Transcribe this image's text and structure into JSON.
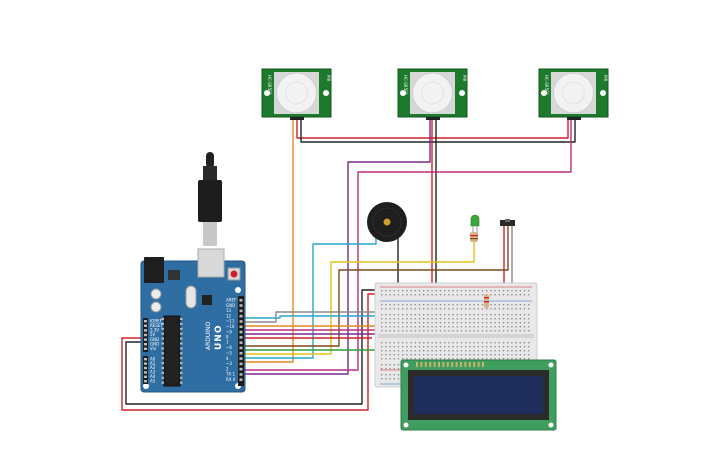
{
  "board": {
    "logo_text": "UNO",
    "brand_text": "ARDUINO",
    "pin_labels": [
      "AREF",
      "GND",
      "13",
      "12",
      "~11",
      "~10",
      "~9",
      "8",
      "7",
      "~6",
      "~5",
      "4",
      "~3",
      "2",
      "TX 1",
      "RX 0"
    ],
    "power_labels": [
      "IOREF",
      "RESET",
      "3.3V",
      "5V",
      "GND",
      "GND",
      "Vin"
    ],
    "analog_labels": [
      "A0",
      "A1",
      "A2",
      "A3",
      "A4",
      "A5"
    ]
  },
  "pir_sensors": [
    {
      "left_label": "HC-SR501",
      "right_label": "PIR"
    },
    {
      "left_label": "HC-SR501",
      "right_label": "PIR"
    },
    {
      "left_label": "HC-SR501",
      "right_label": "PIR"
    }
  ],
  "colors": {
    "arduino_blue": "#2f6ea3",
    "pcb_green": "#1c7a2c",
    "breadboard": "#e8e8e8",
    "lcd_board": "#3f9e5e",
    "lcd_screen": "#1f2d5c",
    "wire_red": "#d0202a",
    "wire_black": "#222222",
    "wire_orange": "#e08a1e",
    "wire_purple": "#7a2a8c",
    "wire_magenta": "#c02b7a",
    "wire_cyan": "#2aa6c9",
    "wire_yellow": "#e2c21a",
    "wire_green": "#2f9e3a",
    "wire_brown": "#7a4a1c",
    "wire_gray": "#8a8a8a"
  }
}
